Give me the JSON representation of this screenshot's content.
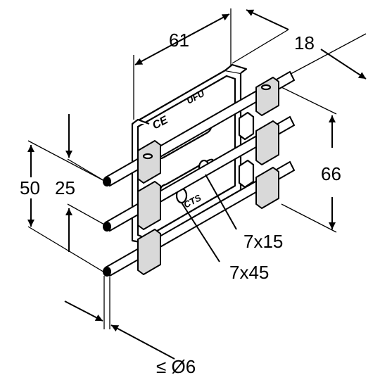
{
  "dimensions": {
    "width_61": "61",
    "depth_18": "18",
    "height_50": "50",
    "pitch_25": "25",
    "height_66": "66",
    "slot_7x15": "7x15",
    "slot_7x45": "7x45",
    "rod_diameter": "≤ Ø6"
  },
  "part_markings": {
    "ufu": "UFU",
    "ce": "CE",
    "cts": "CTS"
  }
}
